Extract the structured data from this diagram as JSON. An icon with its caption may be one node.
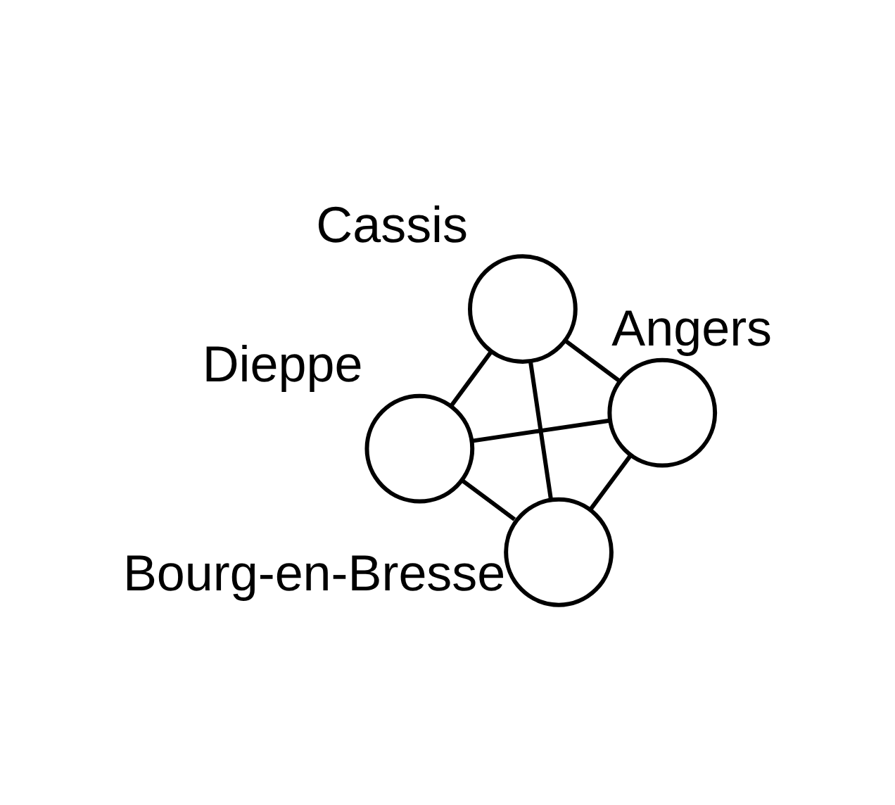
{
  "diagram": {
    "nodes": [
      {
        "text": [],
        "shape": "circle",
        "beside": [
          "Dieppe"
        ]
      },
      {
        "text": [],
        "shape": "circle",
        "beside": [
          "Angers"
        ]
      },
      {
        "text": [],
        "shape": "circle",
        "beside": [
          "Bourg-en-Bresse"
        ]
      },
      {
        "text": [],
        "shape": "circle",
        "beside": [
          "Cassis"
        ]
      }
    ],
    "edges": [
      {
        "from": 1,
        "to": 0,
        "arrow": "none"
      },
      {
        "from": 0,
        "to": 2,
        "arrow": "none"
      },
      {
        "from": 0,
        "to": 3,
        "arrow": "none"
      },
      {
        "from": 1,
        "to": 2,
        "arrow": "none"
      },
      {
        "from": 1,
        "to": 3,
        "arrow": "none"
      },
      {
        "from": 2,
        "to": 3,
        "arrow": "none"
      }
    ]
  }
}
